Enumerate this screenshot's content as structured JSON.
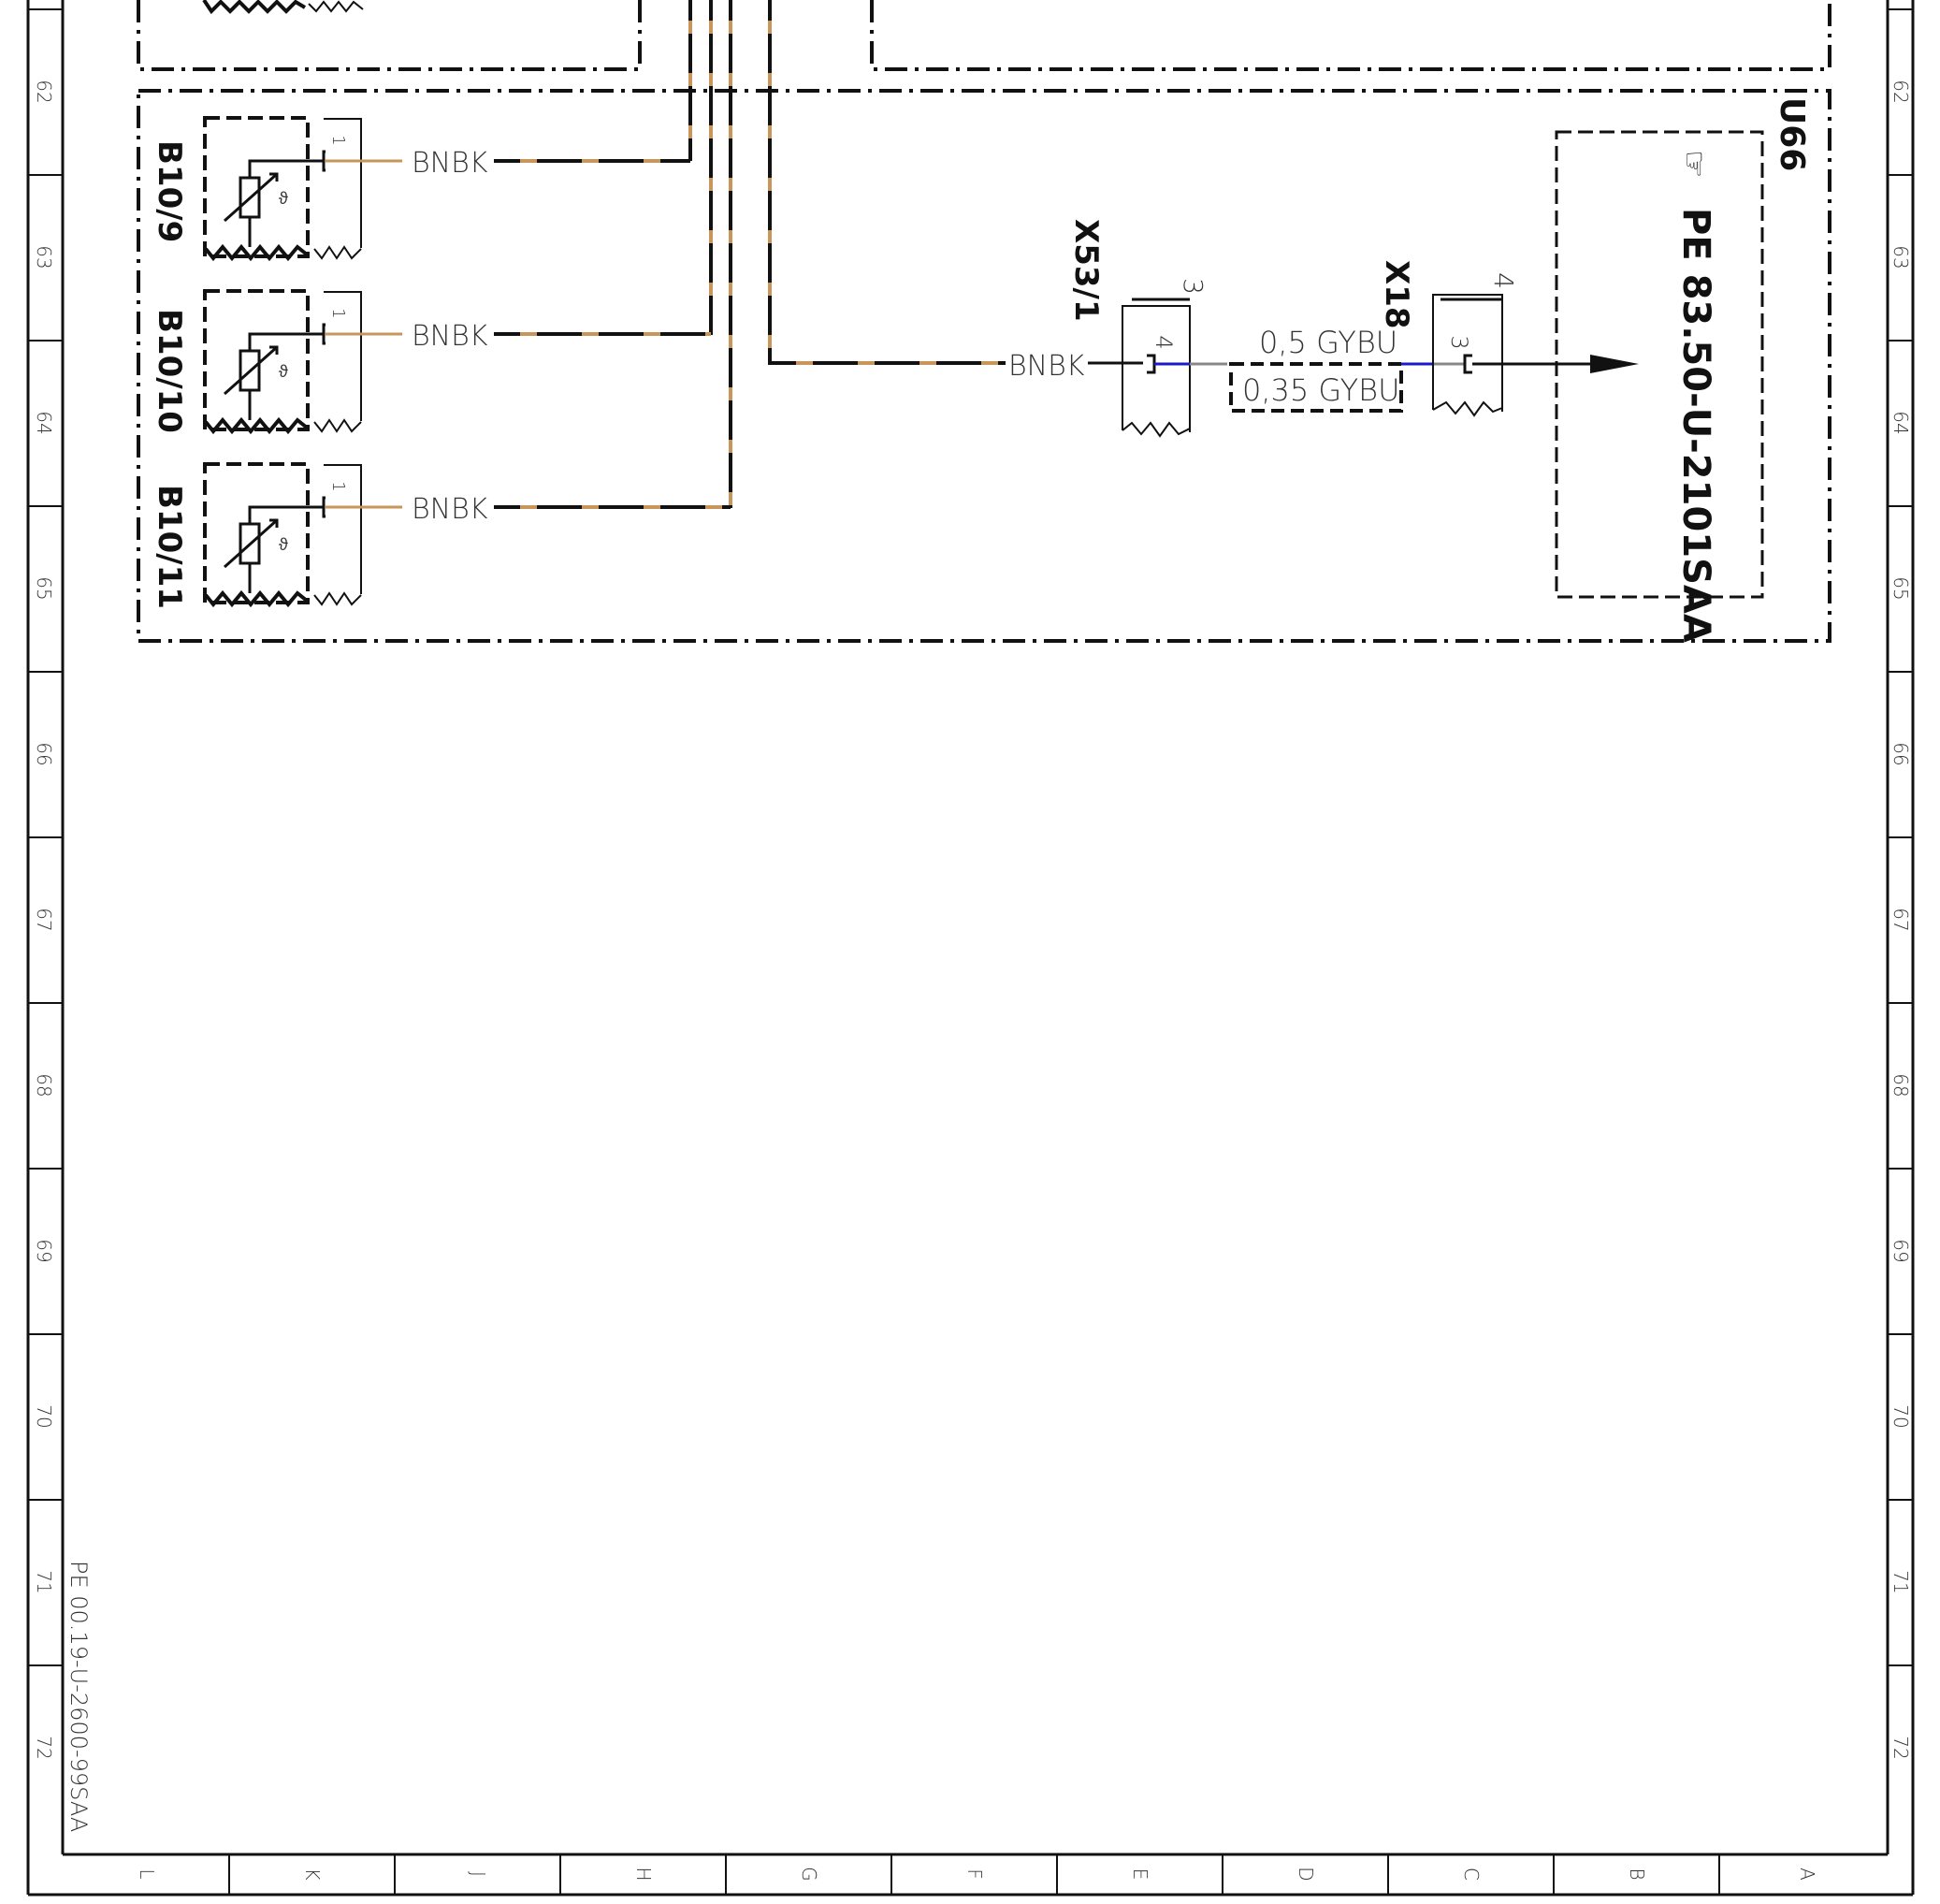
{
  "row_numbers": [
    "62",
    "63",
    "64",
    "65",
    "66",
    "67",
    "68",
    "69",
    "70",
    "71",
    "72"
  ],
  "column_letters": [
    "L",
    "K",
    "J",
    "H",
    "G",
    "F",
    "E",
    "D",
    "C",
    "B",
    "A"
  ],
  "sensors": [
    {
      "id": "B10/9",
      "pin": "1",
      "wire": "BNBK"
    },
    {
      "id": "B10/10",
      "pin": "1",
      "wire": "BNBK"
    },
    {
      "id": "B10/11",
      "pin": "1",
      "wire": "BNBK"
    }
  ],
  "module_label": "U66",
  "connector_x53": {
    "id": "X53/1",
    "pin_top": "3",
    "pin_inner": "4",
    "wire_in": "BNBK"
  },
  "connector_x18": {
    "id": "X18",
    "pin_top": "4",
    "pin_inner": "3"
  },
  "wires": {
    "upper": "0,5 GYBU",
    "lower": "0,35 GYBU"
  },
  "reference": {
    "symbol": "☞",
    "text": "PE 83.50-U-2101SAA"
  },
  "sheet_id": "PE 00.19-U-2600-99SAA",
  "colors": {
    "line": "#111111",
    "brown": "#c8955a",
    "blue": "#1a1acc",
    "grey": "#888888"
  }
}
